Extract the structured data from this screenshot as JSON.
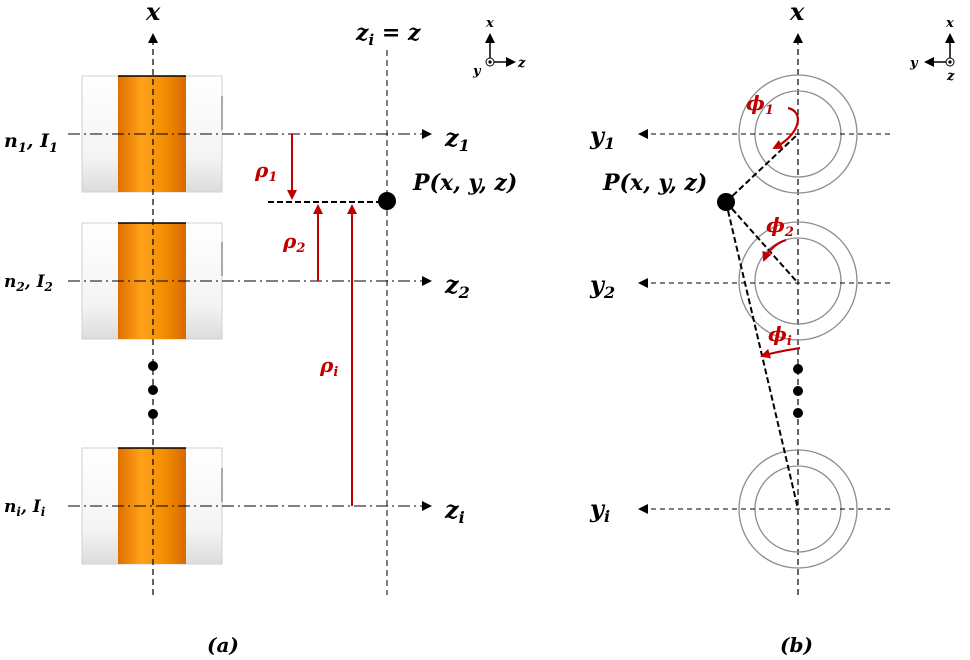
{
  "panel_a": {
    "axis_x": "x",
    "plane_label": "z",
    "plane_label_sub": "i",
    "plane_label_eq": " = z",
    "coils": [
      {
        "n": "n",
        "n_sub": "1",
        "I": "I",
        "I_sub": "1",
        "z": "z",
        "z_sub": "1",
        "rho": "ρ",
        "rho_sub": "1"
      },
      {
        "n": "n",
        "n_sub": "2",
        "I": "I",
        "I_sub": "2",
        "z": "z",
        "z_sub": "2",
        "rho": "ρ",
        "rho_sub": "2"
      },
      {
        "n": "n",
        "n_sub": "i",
        "I": "I",
        "I_sub": "i",
        "z": "z",
        "z_sub": "i",
        "rho": "ρ",
        "rho_sub": "i"
      }
    ],
    "point": "P(x, y, z)",
    "triad": {
      "x": "x",
      "y": "y",
      "z": "z"
    },
    "caption": "(a)"
  },
  "panel_b": {
    "axis_x": "x",
    "coils": [
      {
        "y": "y",
        "y_sub": "1",
        "phi": "ϕ",
        "phi_sub": "1"
      },
      {
        "y": "y",
        "y_sub": "2",
        "phi": "ϕ",
        "phi_sub": "2"
      },
      {
        "y": "y",
        "y_sub": "i",
        "phi": "ϕ",
        "phi_sub": "i"
      }
    ],
    "point": "P(x, y, z)",
    "triad": {
      "x": "x",
      "y": "y",
      "z": "z"
    },
    "caption": "(b)"
  },
  "colors": {
    "coil_orange": "#f28c00",
    "annotation_red": "#c00000",
    "ring_gray": "#8c8c8c"
  }
}
